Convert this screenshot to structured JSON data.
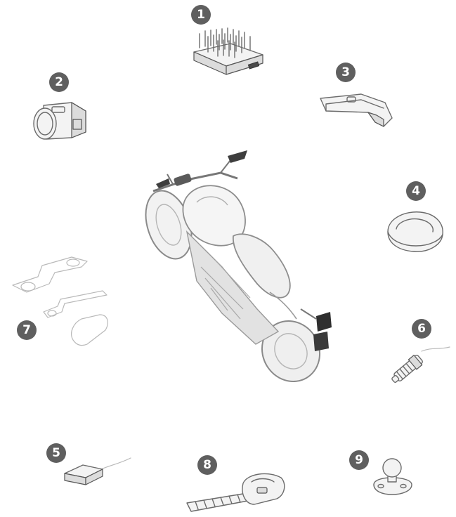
{
  "badges": {
    "b1": "1",
    "b2": "2",
    "b3": "3",
    "b4": "4",
    "b5": "5",
    "b6": "6",
    "b7": "7",
    "b8": "8",
    "b9": "9"
  },
  "colors": {
    "badge": "#5f5f5f",
    "badge_text": "#ffffff",
    "line": "#6b6b6b",
    "background": "#ffffff"
  },
  "icons": {
    "p1": "control-unit-heatsink-icon",
    "p2": "camera-icon",
    "p3": "mount-bracket-icon",
    "p4": "dome-cover-icon",
    "p5": "gps-antenna-icon",
    "p6": "sensor-probe-icon",
    "p7": "mounting-bracket-set-icon",
    "p8": "handlebar-switch-icon",
    "p9": "ball-mount-icon",
    "center": "motorcycle-icon"
  }
}
